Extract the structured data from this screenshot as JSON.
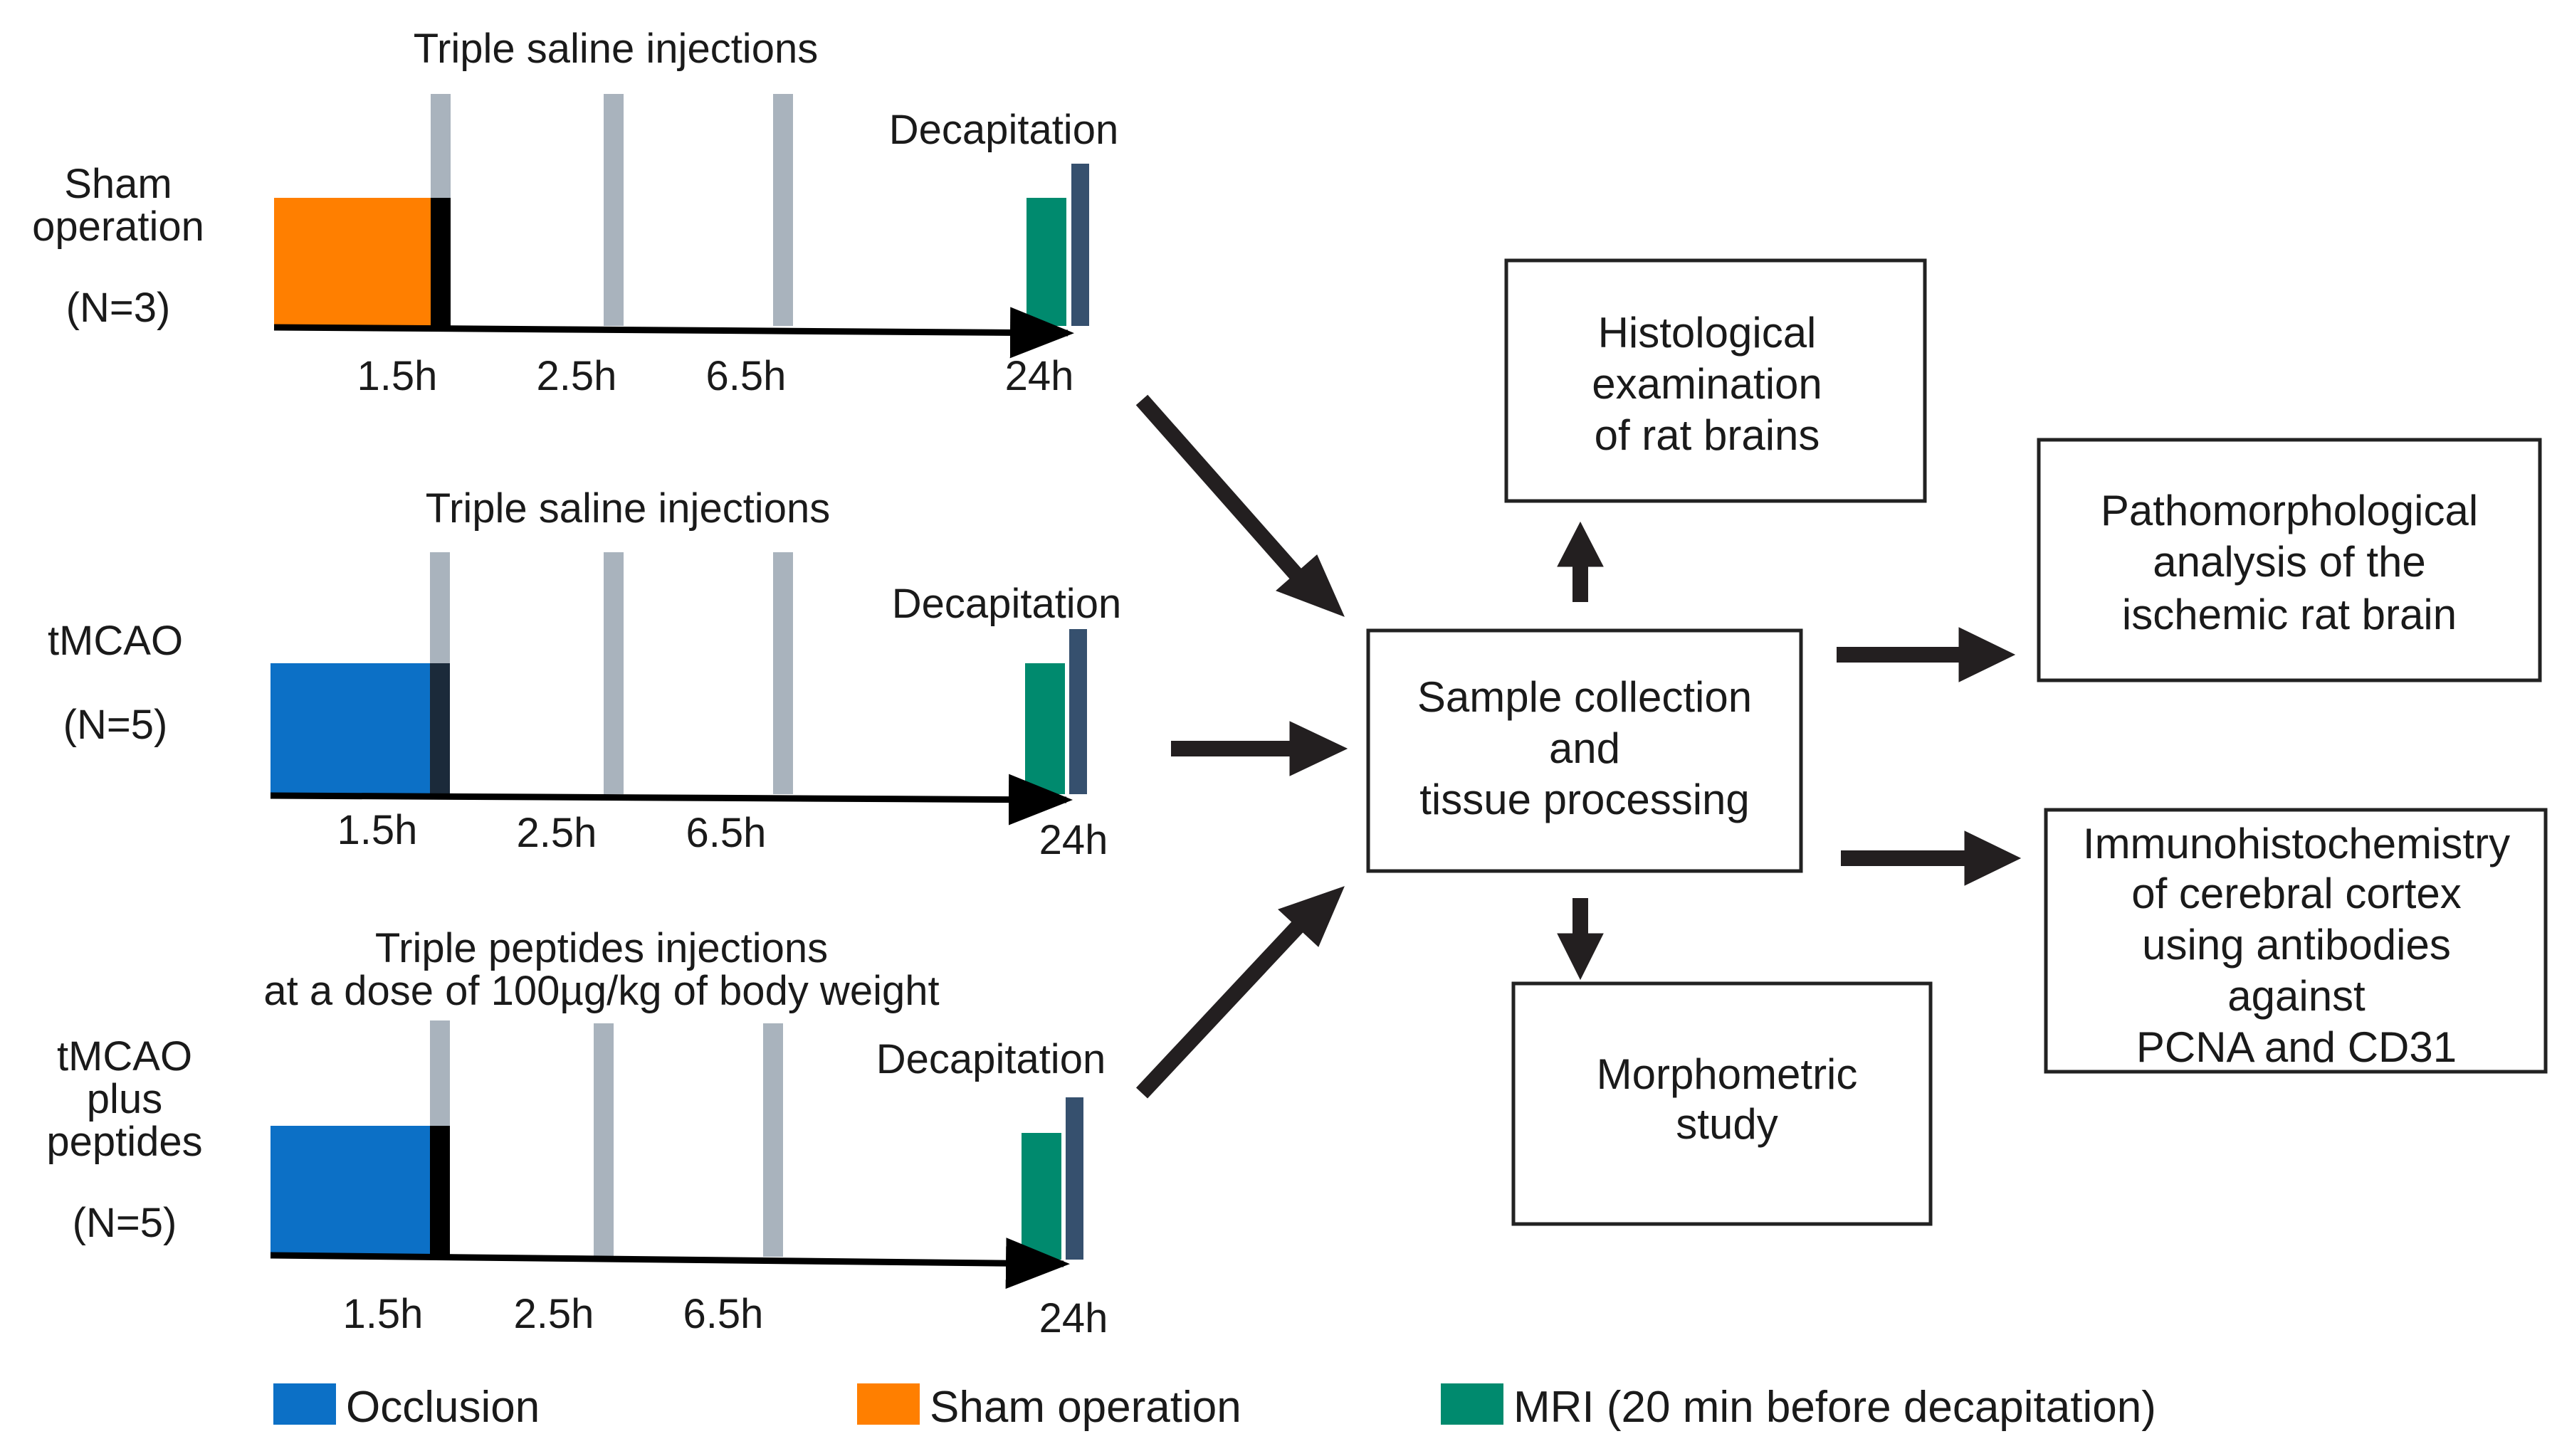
{
  "colors": {
    "occlusion": "#0c70c6",
    "sham": "#ff7f00",
    "mri": "#008a6e",
    "injection": "#a9b3bd",
    "decapitation": "#36506e",
    "arrow": "#231f20"
  },
  "groups": [
    {
      "name_lines": [
        "Sham",
        "operation"
      ],
      "n": "(N=3)",
      "injection_title_lines": [
        "Triple saline injections"
      ],
      "block": "sham",
      "event_label": "Decapitation",
      "time_labels": [
        "1.5h",
        "2.5h",
        "6.5h",
        "24h"
      ]
    },
    {
      "name_lines": [
        "tMCAO"
      ],
      "n": "(N=5)",
      "injection_title_lines": [
        "Triple saline injections"
      ],
      "block": "occlusion",
      "event_label": "Decapitation",
      "time_labels": [
        "1.5h",
        "2.5h",
        "6.5h",
        "24h"
      ]
    },
    {
      "name_lines": [
        "tMCAO",
        "plus",
        "peptides"
      ],
      "n": "(N=5)",
      "injection_title_lines": [
        "Triple peptides injections",
        "at a dose of 100µg/kg of body weight"
      ],
      "block": "occlusion",
      "event_label": "Decapitation",
      "time_labels": [
        "1.5h",
        "2.5h",
        "6.5h",
        "24h"
      ]
    }
  ],
  "boxes": {
    "sample": [
      "Sample collection",
      "and",
      "tissue processing"
    ],
    "histological": [
      "Histological",
      "examination",
      "of rat brains"
    ],
    "morphometric": [
      "Morphometric",
      "study"
    ],
    "pathomorphological": [
      "Pathomorphological",
      "analysis of the",
      "ischemic rat brain"
    ],
    "immuno": [
      "Immunohistochemistry",
      "of cerebral cortex",
      "using antibodies",
      "against",
      "PCNA and CD31"
    ]
  },
  "legend": [
    {
      "label": "Occlusion",
      "color_key": "occlusion"
    },
    {
      "label": "Sham operation",
      "color_key": "sham"
    },
    {
      "label": "MRI (20 min before decapitation)",
      "color_key": "mri"
    }
  ]
}
